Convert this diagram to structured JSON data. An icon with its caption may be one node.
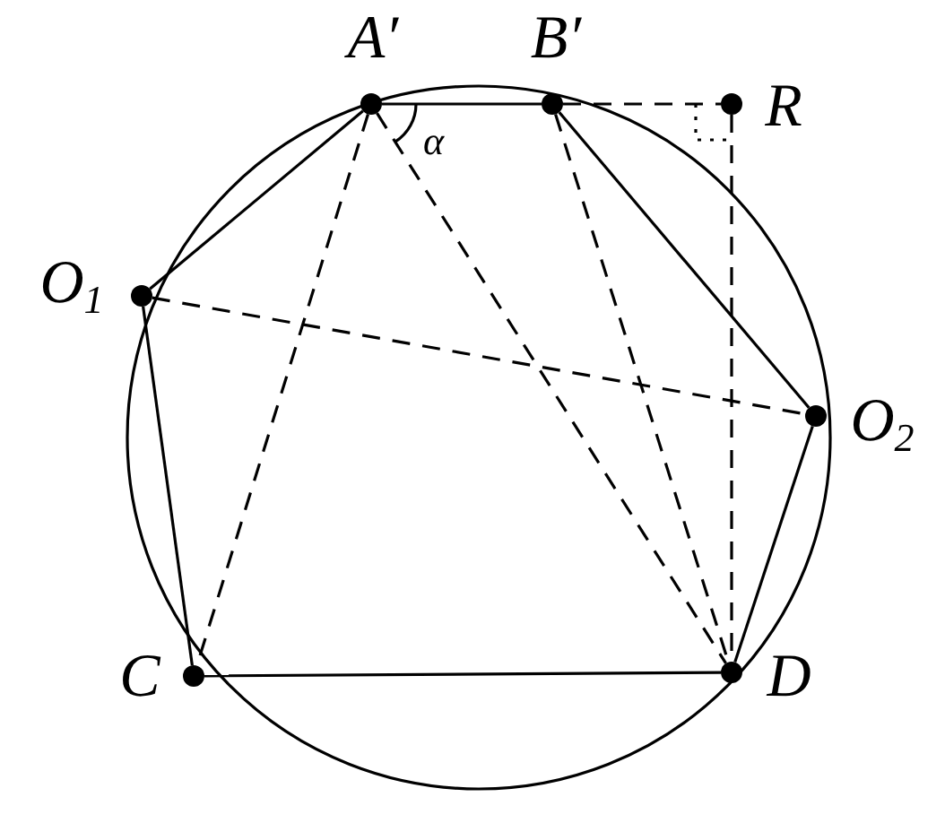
{
  "diagram": {
    "nodes": [
      {
        "text": [
          "A′"
        ]
      },
      {
        "text": [
          "B′"
        ]
      },
      {
        "text": [
          "R"
        ]
      },
      {
        "text": [
          "O$_{1}$"
        ]
      },
      {
        "text": [
          "O$_{2}$"
        ]
      },
      {
        "text": [
          "C"
        ]
      },
      {
        "text": [
          "D"
        ]
      }
    ],
    "edges": [
      {
        "from": 0,
        "to": 1,
        "arrow": "none"
      },
      {
        "from": 1,
        "to": 4,
        "arrow": "none"
      },
      {
        "from": 4,
        "to": 6,
        "arrow": "none"
      },
      {
        "from": 6,
        "to": 5,
        "arrow": "none"
      },
      {
        "from": 5,
        "to": 3,
        "arrow": "none"
      },
      {
        "from": 3,
        "to": 0,
        "arrow": "none"
      },
      {
        "from": 0,
        "to": 5,
        "arrow": "none",
        "style": "dashed"
      },
      {
        "from": 1,
        "to": 6,
        "arrow": "none",
        "style": "dashed"
      },
      {
        "from": 3,
        "to": 4,
        "arrow": "none",
        "style": "dashed"
      },
      {
        "from": 0,
        "to": 6,
        "arrow": "none",
        "style": "dashed"
      },
      {
        "from": 1,
        "to": 2,
        "arrow": "none",
        "style": "dashed"
      },
      {
        "from": 2,
        "to": 6,
        "arrow": "none",
        "style": "dashed"
      }
    ],
    "labels": [
      "α"
    ]
  }
}
